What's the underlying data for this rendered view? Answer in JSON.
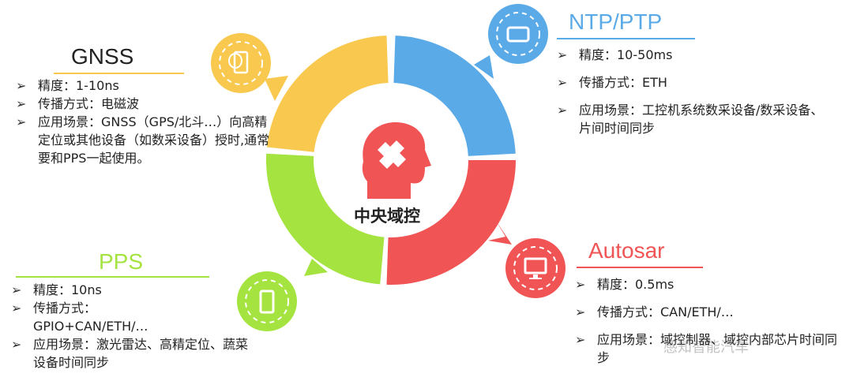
{
  "center": {
    "label": "中央域控",
    "icon": "head-puzzle-icon"
  },
  "colors": {
    "gnss": "#F9C84F",
    "ntp": "#5AAAE8",
    "autosar": "#F05454",
    "pps": "#A4E340"
  },
  "gnss": {
    "title": "GNSS",
    "icon": "gps-device-icon",
    "items": [
      "精度：1-10ns",
      "传播方式：电磁波",
      "应用场景：GNSS（GPS/北斗…）向高精定位或其他设备（如数采设备）授时,通常要和PPS一起使用。"
    ]
  },
  "ntp": {
    "title": "NTP/PTP",
    "icon": "tablet-icon",
    "items": [
      "精度：10-50ms",
      "传播方式：ETH",
      "应用场景：工控机系统数采设备/数采设备、片间时间同步"
    ]
  },
  "autosar": {
    "title": "Autosar",
    "icon": "monitor-icon",
    "items": [
      "精度：0.5ms",
      "传播方式：CAN/ETH/…",
      "应用场景：域控制器、域控内部芯片时间同步"
    ]
  },
  "pps": {
    "title": "PPS",
    "icon": "phone-icon",
    "items": [
      "精度：10ns",
      "传播方式：GPIO+CAN/ETH/…",
      "应用场景：激光雷达、高精定位、蔬菜设备时间同步"
    ]
  },
  "watermark": "感知智能汽车"
}
